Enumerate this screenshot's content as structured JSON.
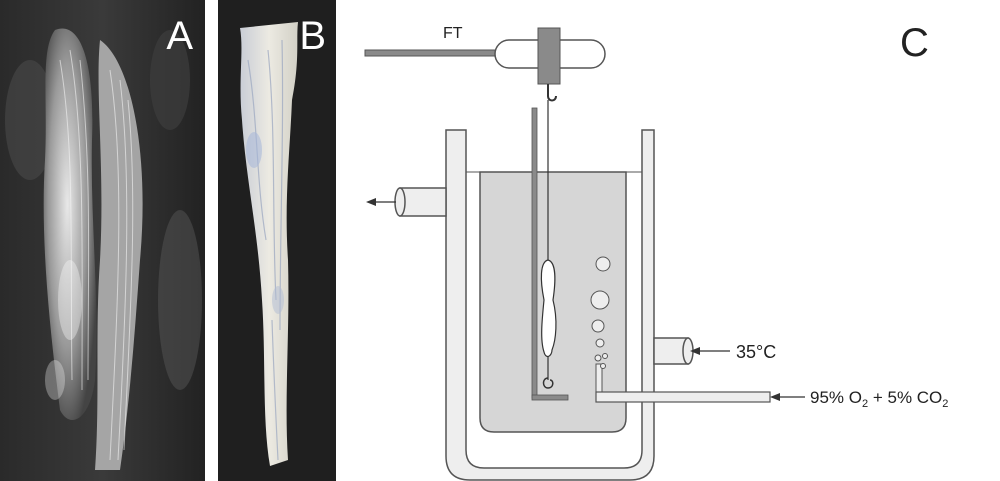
{
  "panels": {
    "a": {
      "letter": "A"
    },
    "b": {
      "letter": "B"
    },
    "c": {
      "letter": "C",
      "transducer_label": "FT",
      "temperature_label": "35°C",
      "gas_label": {
        "o2_text": "95% O",
        "o2_sub": "2",
        "mid_text": " + 5% CO",
        "co2_sub": "2"
      }
    }
  },
  "colors": {
    "bath_fill": "#d6d6d6",
    "jacket_fill": "#eeeeee",
    "outline": "#555555",
    "photo_background": "#1a1a1a",
    "tissue_gray": "#c8c8c8",
    "tissue_bluish": "#d8dce4"
  }
}
